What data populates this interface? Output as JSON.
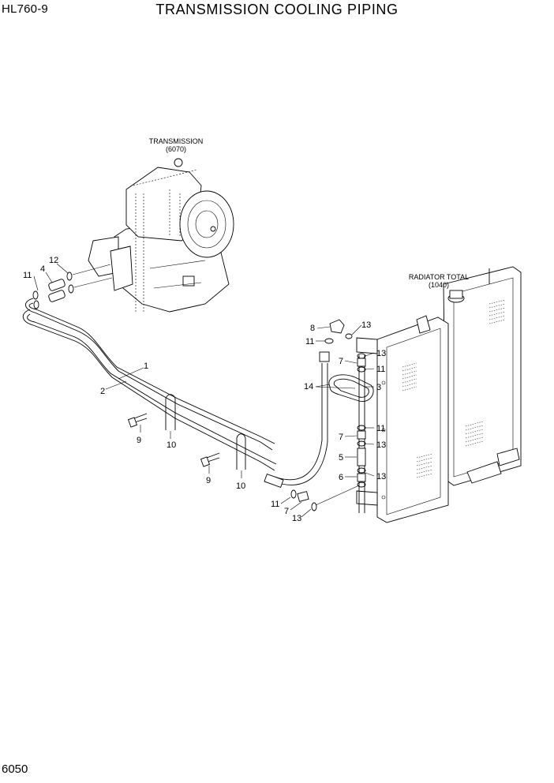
{
  "header": {
    "model": "HL760-9",
    "title": "TRANSMISSION COOLING PIPING"
  },
  "footer": {
    "page_number": "6050"
  },
  "assemblies": {
    "transmission": {
      "name": "TRANSMISSION",
      "ref": "(6070)"
    },
    "radiator": {
      "name": "RADIATOR TOTAL",
      "ref": "(1040)"
    }
  },
  "callouts": {
    "c1": "1",
    "c2": "2",
    "c3": "3",
    "c4": "4",
    "c5": "5",
    "c6": "6",
    "c7a": "7",
    "c7b": "7",
    "c7c": "7",
    "c8": "8",
    "c9a": "9",
    "c9b": "9",
    "c10a": "10",
    "c10b": "10",
    "c11a": "11",
    "c11b": "11",
    "c11c": "11",
    "c11d": "11",
    "c11e": "11",
    "c12": "12",
    "c13a": "13",
    "c13b": "13",
    "c13c": "13",
    "c13d": "13",
    "c13e": "13",
    "c14": "14"
  }
}
